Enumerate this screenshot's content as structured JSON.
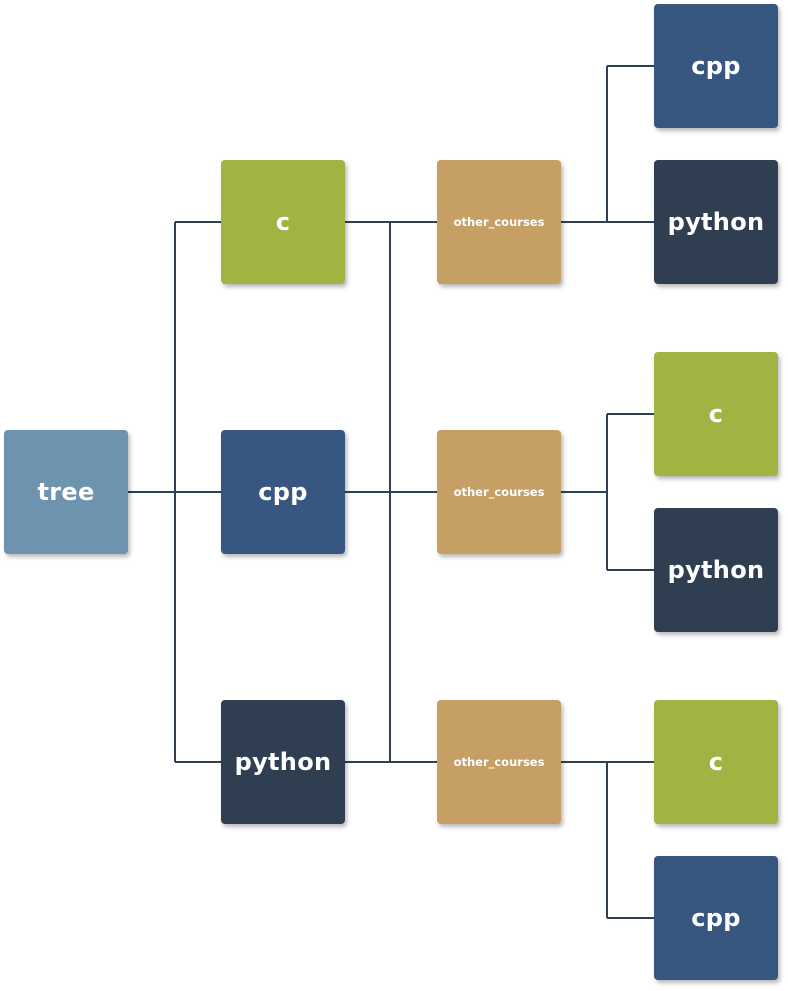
{
  "colors": {
    "tree": "#6e93ae",
    "c": "#a0b444",
    "cpp": "#375680",
    "python": "#2f3f51",
    "other_courses": "#c59f64",
    "connector": "#2f3f51"
  },
  "root": {
    "label": "tree"
  },
  "branches": [
    {
      "label": "c",
      "child": {
        "label": "other_courses",
        "leaves": [
          {
            "label": "cpp"
          },
          {
            "label": "python"
          }
        ]
      }
    },
    {
      "label": "cpp",
      "child": {
        "label": "other_courses",
        "leaves": [
          {
            "label": "c"
          },
          {
            "label": "python"
          }
        ]
      }
    },
    {
      "label": "python",
      "child": {
        "label": "other_courses",
        "leaves": [
          {
            "label": "c"
          },
          {
            "label": "cpp"
          }
        ]
      }
    }
  ]
}
